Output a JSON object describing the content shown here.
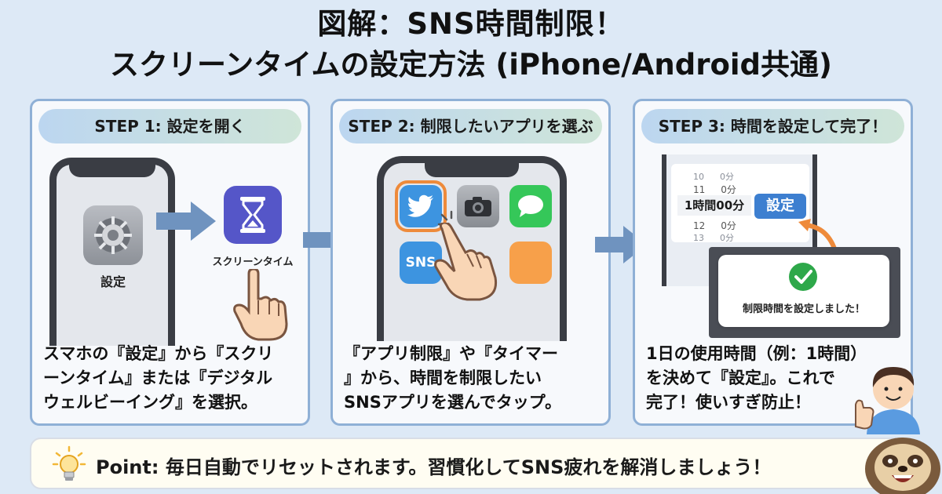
{
  "title": {
    "line1": "図解：SNS時間制限！",
    "line2": "スクリーンタイムの設定方法 (iPhone/Android共通)"
  },
  "steps": [
    {
      "head": "STEP 1: 設定を開く",
      "settings_label": "設定",
      "screentime_label": "スクリーンタイム",
      "desc": "スマホの『設定』から『スクリ\nーンタイム』または『デジタル\nウェルビーイング』を選択。"
    },
    {
      "head": "STEP 2: 制限したいアプリを選ぶ",
      "sns_label": "SNS",
      "desc": "『アプリ制限』や『タイマー\n』から、時間を制限したい\nSNSアプリを選んでタップ。"
    },
    {
      "head": "STEP 3: 時間を設定して完了！",
      "time_rows": [
        {
          "h": "10",
          "m": "0分"
        },
        {
          "h": "11",
          "m": "0分"
        },
        {
          "h": "12",
          "m": "0分"
        },
        {
          "h": "13",
          "m": "0分"
        }
      ],
      "time_selected": "1時間00分",
      "set_button": "設定",
      "dialog_text": "制限時間を設定しました！",
      "desc": "1日の使用時間（例：1時間）\nを決めて『設定』。これで\n完了！使いすぎ防止！"
    }
  ],
  "point": {
    "text": "Point: 毎日自動でリセットされます。習慣化してSNS疲れを解消しましょう！"
  },
  "colors": {
    "background": "#dde9f6",
    "card_border": "#8fb0d6",
    "accent_blue": "#3d7fd0",
    "arrow": "#6f93bf",
    "orange": "#ee8a3a",
    "green": "#2ea84a"
  }
}
